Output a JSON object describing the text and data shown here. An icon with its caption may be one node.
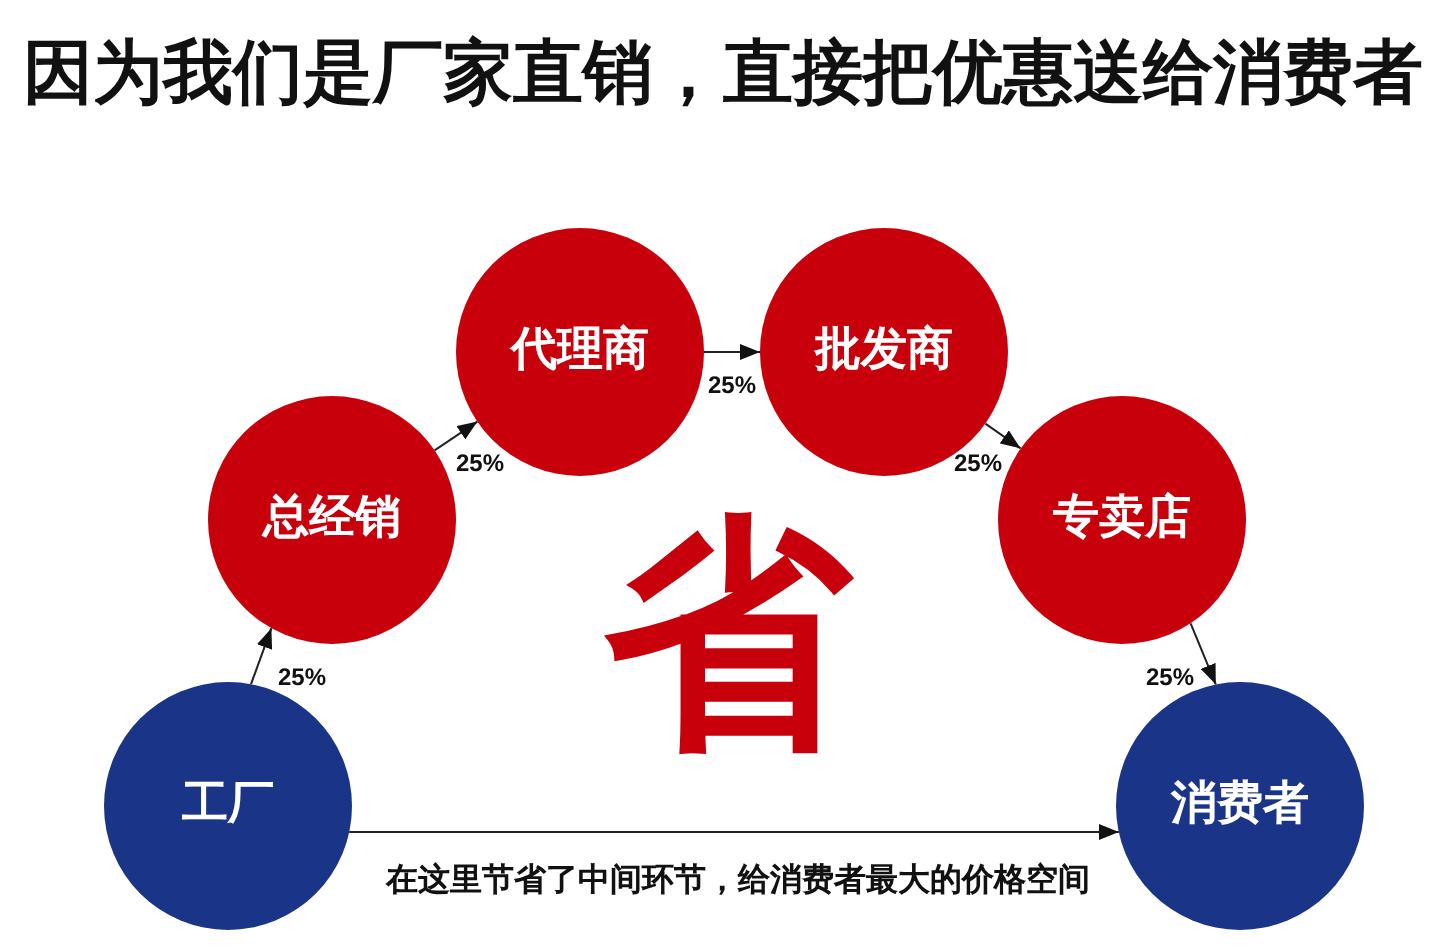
{
  "diagram": {
    "title": "因为我们是厂家直销，直接把优惠送给消费者",
    "nodes": [
      {
        "text": [
          "工厂"
        ]
      },
      {
        "text": [
          "总经销"
        ]
      },
      {
        "text": [
          "代理商"
        ]
      },
      {
        "text": [
          "批发商"
        ]
      },
      {
        "text": [
          "专卖店"
        ]
      },
      {
        "text": [
          "消费者"
        ]
      }
    ],
    "edges": [
      {
        "from": 0,
        "to": 1,
        "arrow": "to",
        "label": "25%"
      },
      {
        "from": 1,
        "to": 2,
        "arrow": "to",
        "label": "25%"
      },
      {
        "from": 2,
        "to": 3,
        "arrow": "to",
        "label": "25%"
      },
      {
        "from": 3,
        "to": 4,
        "arrow": "to",
        "label": "25%"
      },
      {
        "from": 4,
        "to": 5,
        "arrow": "to",
        "label": "25%"
      },
      {
        "from": 0,
        "to": 5,
        "arrow": "to",
        "label": "在这里节省了中间环节，给消费者最大的价格空间"
      }
    ],
    "labels": [
      "省"
    ]
  }
}
